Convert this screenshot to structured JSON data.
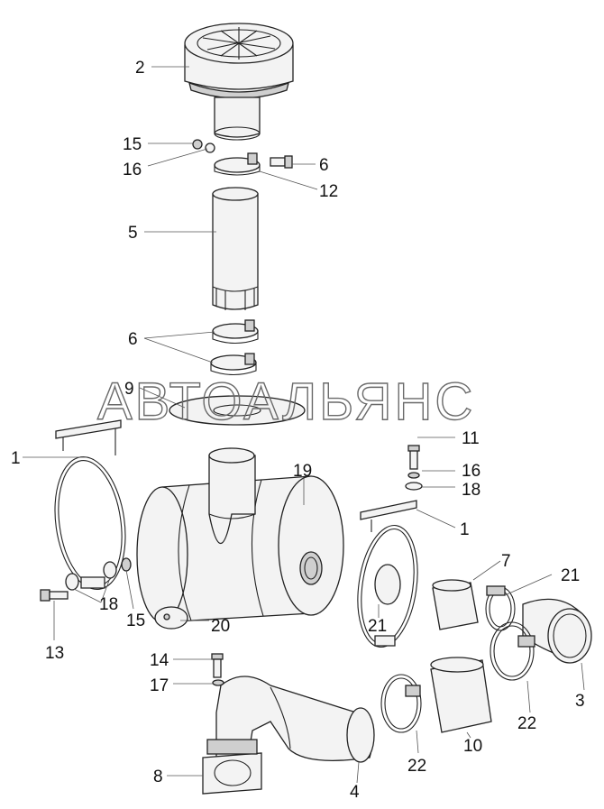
{
  "watermark": "АВТОАЛЬЯНС",
  "callouts": [
    {
      "id": "2",
      "text": "2"
    },
    {
      "id": "15a",
      "text": "15"
    },
    {
      "id": "16a",
      "text": "16"
    },
    {
      "id": "6a",
      "text": "6"
    },
    {
      "id": "12",
      "text": "12"
    },
    {
      "id": "5",
      "text": "5"
    },
    {
      "id": "6b",
      "text": "6"
    },
    {
      "id": "9",
      "text": "9"
    },
    {
      "id": "1a",
      "text": "1"
    },
    {
      "id": "19",
      "text": "19"
    },
    {
      "id": "11",
      "text": "11"
    },
    {
      "id": "16b",
      "text": "16"
    },
    {
      "id": "18a",
      "text": "18"
    },
    {
      "id": "1b",
      "text": "1"
    },
    {
      "id": "7",
      "text": "7"
    },
    {
      "id": "21a",
      "text": "21"
    },
    {
      "id": "13",
      "text": "13"
    },
    {
      "id": "18b",
      "text": "18"
    },
    {
      "id": "15b",
      "text": "15"
    },
    {
      "id": "20",
      "text": "20"
    },
    {
      "id": "21b",
      "text": "21"
    },
    {
      "id": "3",
      "text": "3"
    },
    {
      "id": "22a",
      "text": "22"
    },
    {
      "id": "14",
      "text": "14"
    },
    {
      "id": "17",
      "text": "17"
    },
    {
      "id": "10",
      "text": "10"
    },
    {
      "id": "22b",
      "text": "22"
    },
    {
      "id": "8",
      "text": "8"
    },
    {
      "id": "4",
      "text": "4"
    }
  ]
}
